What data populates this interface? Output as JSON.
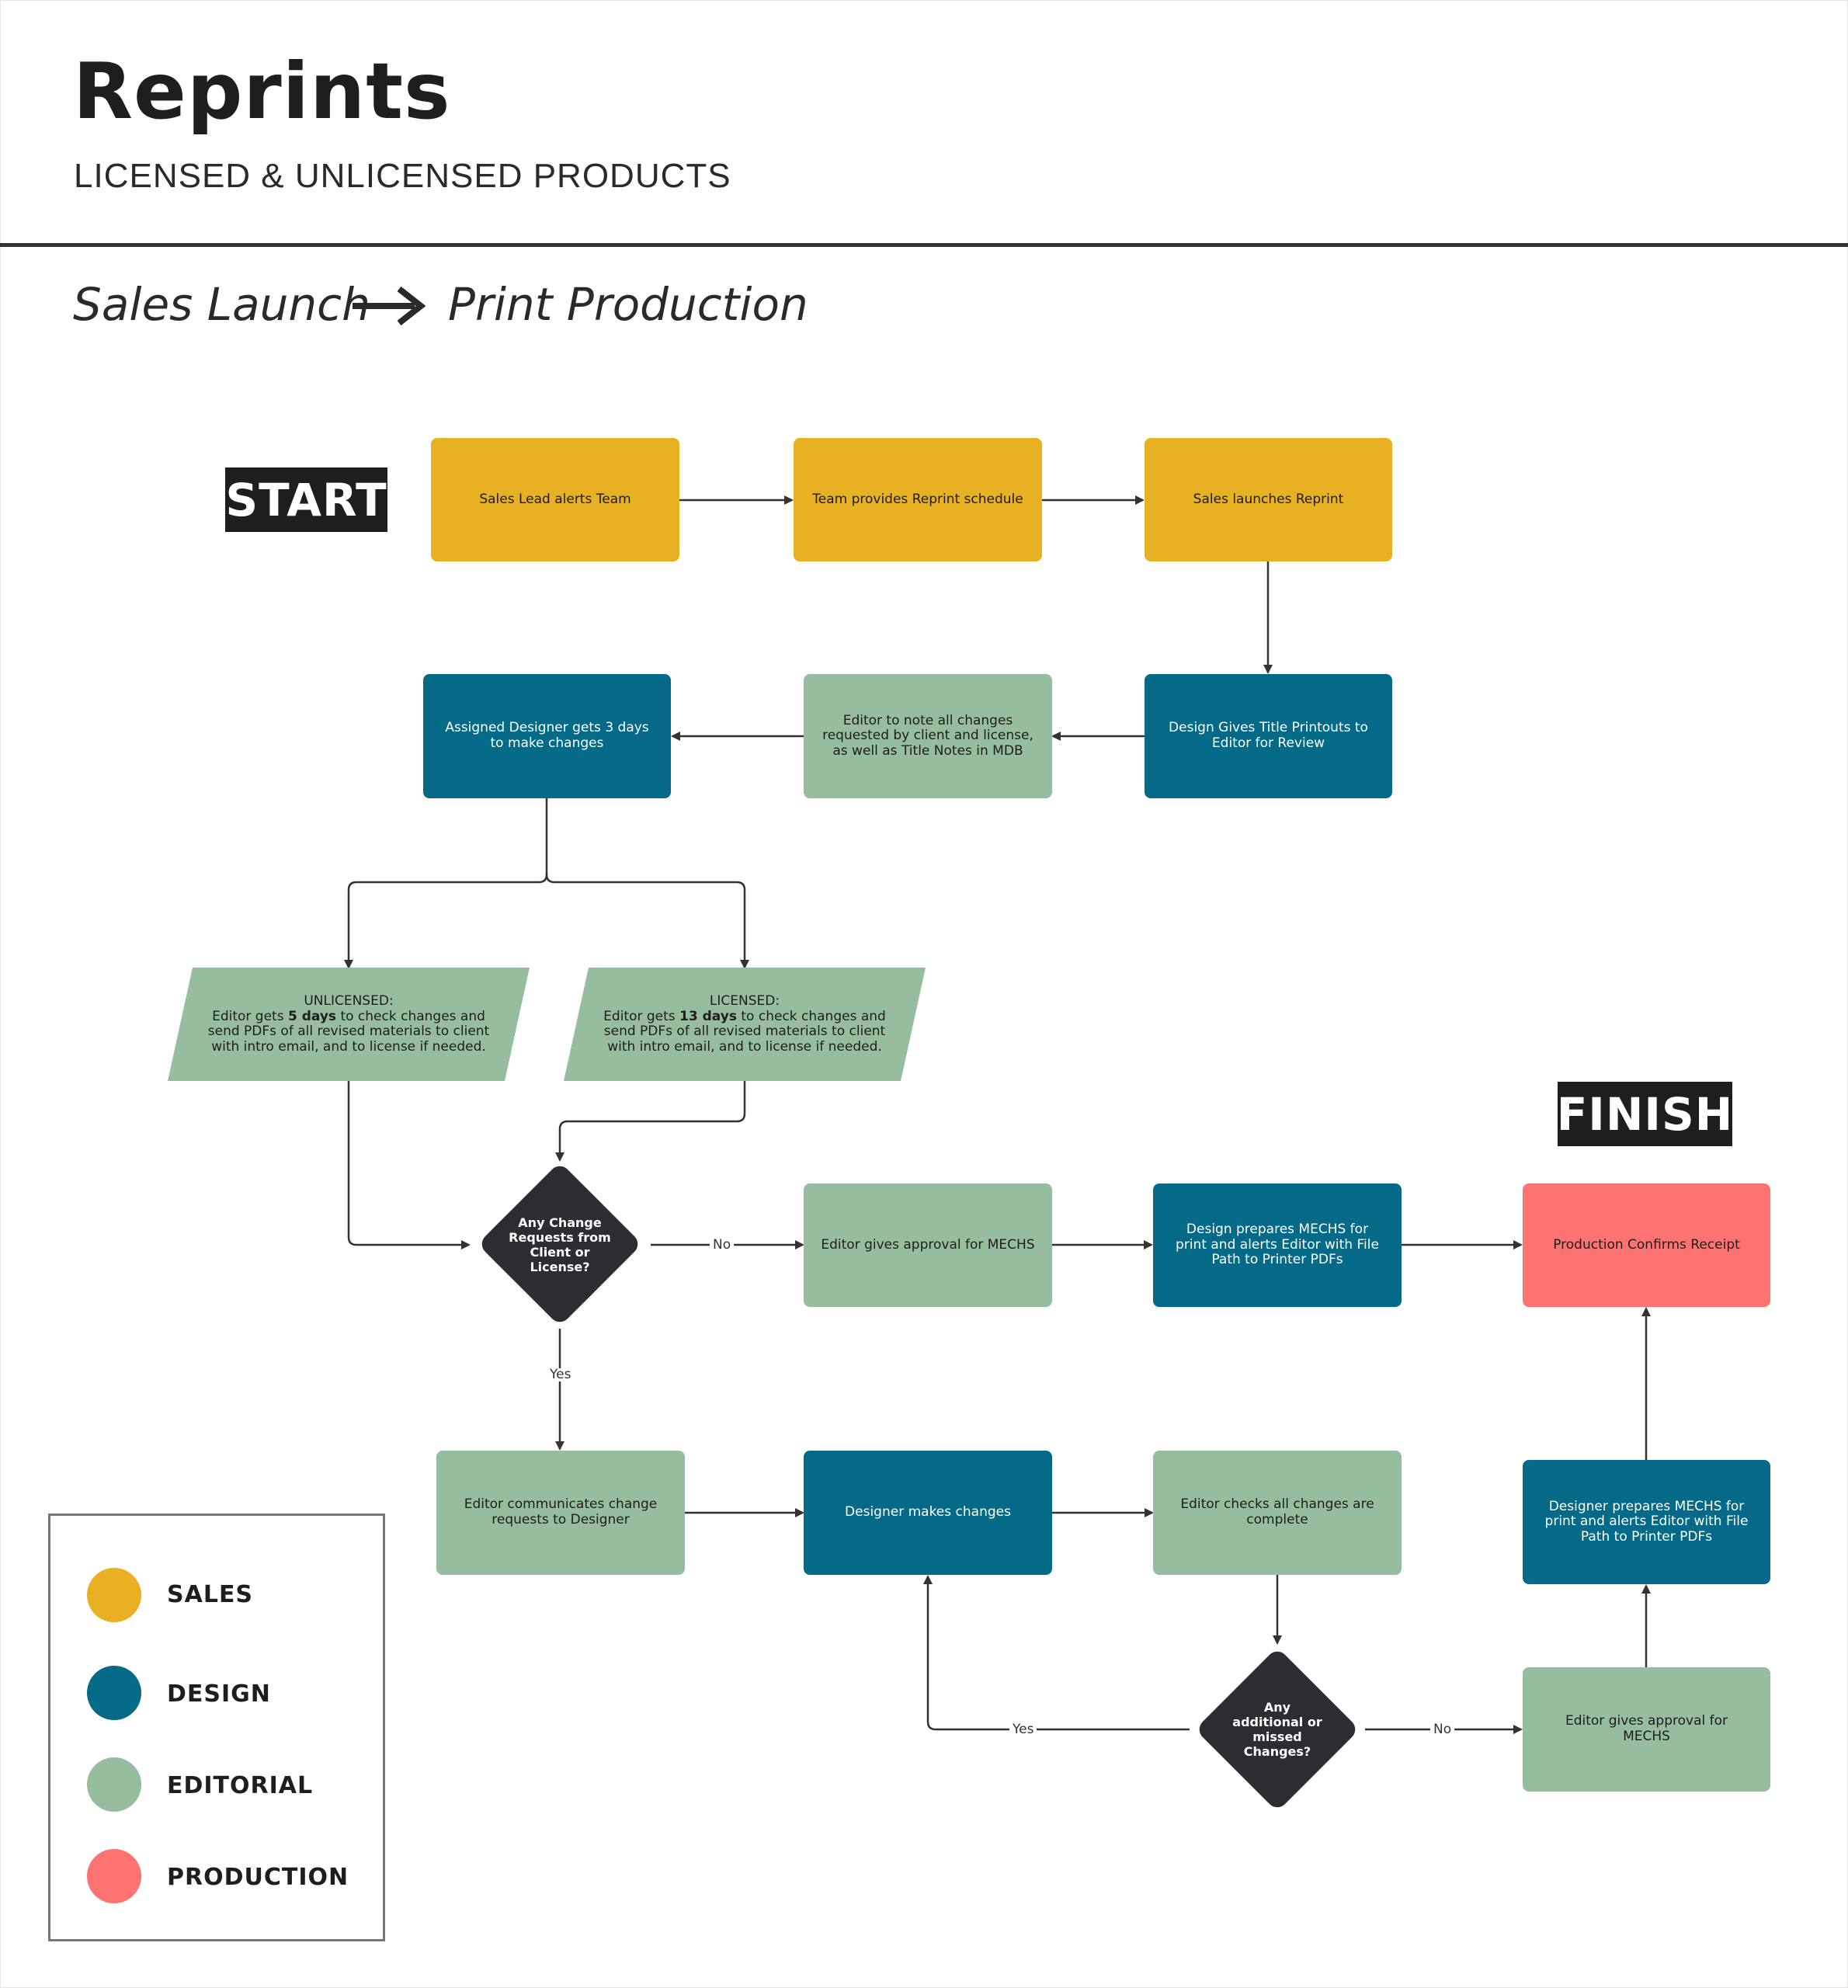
{
  "header": {
    "title": "Reprints",
    "subtitle": "LICENSED & UNLICENSED PRODUCTS",
    "flow_from": "Sales Launch",
    "flow_to": "Print Production"
  },
  "badges": {
    "start": "START",
    "finish": "FINISH"
  },
  "colors": {
    "sales": "#e8b023",
    "design": "#046a87",
    "editorial": "#96bd9d",
    "production": "#fd7372",
    "decision": "#2b2d33"
  },
  "nodes": {
    "sales_lead": "Sales Lead alerts Team",
    "team_schedule": "Team provides Reprint schedule",
    "sales_launch": "Sales launches Reprint",
    "design_printouts": "Design Gives Title Printouts to Editor for Review",
    "editor_note": "Editor to note all changes requested by client and license, as well as Title Notes in MDB",
    "designer_3days": "Assigned Designer gets 3 days to make changes",
    "unlicensed": {
      "heading": "UNLICENSED:",
      "pre": "Editor gets ",
      "bold": "5 days",
      "post": " to check changes and send PDFs of all revised materials to client with intro email, and to license if needed."
    },
    "licensed": {
      "heading": "LICENSED:",
      "pre": "Editor gets ",
      "bold": "13 days",
      "post": " to check changes and send PDFs of all revised materials to client with intro email, and to license if needed."
    },
    "decision_change": "Any Change Requests from Client or License?",
    "editor_approval_1": "Editor gives approval for MECHS",
    "design_mechs_1": "Design prepares MECHS for print and alerts Editor with File Path to Printer PDFs",
    "production_confirms": "Production Confirms Receipt",
    "editor_communicates": "Editor communicates change requests to Designer",
    "designer_changes": "Designer makes changes",
    "editor_checks": "Editor checks all changes are complete",
    "decision_additional": "Any additional or missed Changes?",
    "editor_approval_2": "Editor gives approval for MECHS",
    "designer_mechs_2": "Designer prepares MECHS for print and alerts Editor with File Path to Printer PDFs"
  },
  "edge_labels": {
    "change_no": "No",
    "change_yes": "Yes",
    "additional_yes": "Yes",
    "additional_no": "No"
  },
  "legend": [
    {
      "label": "SALES",
      "color": "#e8b023"
    },
    {
      "label": "DESIGN",
      "color": "#046a87"
    },
    {
      "label": "EDITORIAL",
      "color": "#96bd9d"
    },
    {
      "label": "PRODUCTION",
      "color": "#fd7372"
    }
  ]
}
